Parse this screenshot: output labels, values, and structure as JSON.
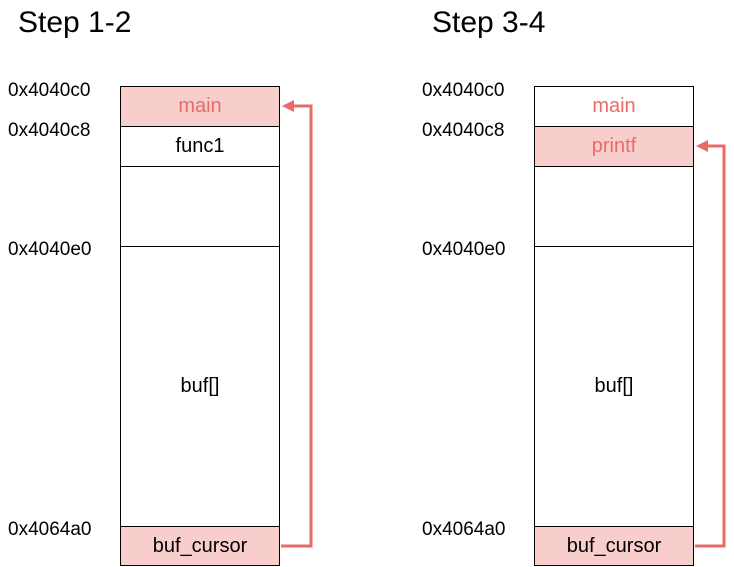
{
  "colors": {
    "highlight_fill": "#f8cecc",
    "highlight_text": "#ea6b66",
    "arrow": "#ea6b66",
    "border": "#000000"
  },
  "left": {
    "title": "Step 1-2",
    "addresses": [
      "0x4040c0",
      "0x4040c8",
      "0x4040e0",
      "0x4064a0"
    ],
    "cells": {
      "main": "main",
      "func1": "func1",
      "buf": "buf[]",
      "buf_cursor": "buf_cursor"
    }
  },
  "right": {
    "title": "Step 3-4",
    "addresses": [
      "0x4040c0",
      "0x4040c8",
      "0x4040e0",
      "0x4064a0"
    ],
    "cells": {
      "main": "main",
      "printf": "printf",
      "buf": "buf[]",
      "buf_cursor": "buf_cursor"
    }
  }
}
